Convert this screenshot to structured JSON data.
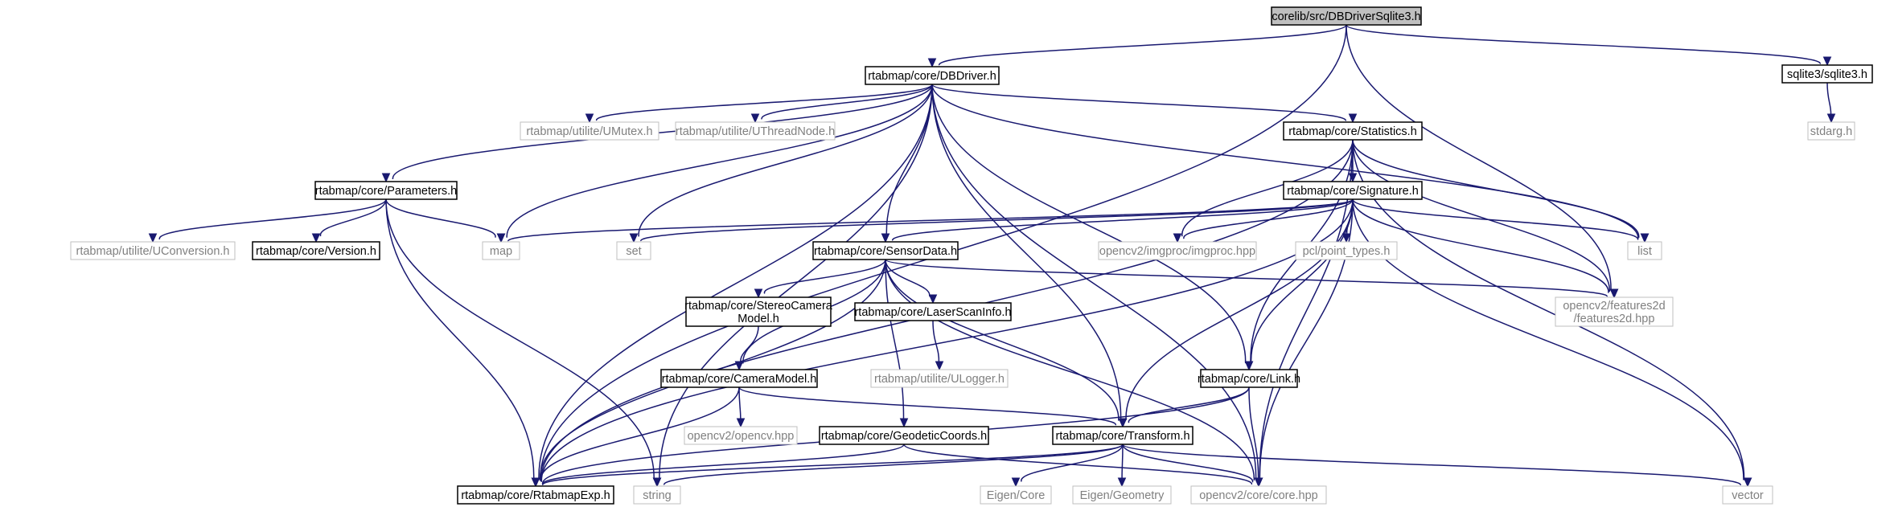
{
  "colors": {
    "edge": "#191970",
    "root_fill": "#bfbfbf",
    "node_stroke": "#000000",
    "external_stroke": "#bfbfbf",
    "text": "#000000",
    "external_text": "#808080"
  },
  "nodes": [
    {
      "id": "root",
      "lines": [
        "corelib/src/DBDriverSqlite3.h"
      ],
      "kind": "root"
    },
    {
      "id": "dbdriver",
      "lines": [
        "rtabmap/core/DBDriver.h"
      ],
      "kind": "local"
    },
    {
      "id": "sqlite3",
      "lines": [
        "sqlite3/sqlite3.h"
      ],
      "kind": "local"
    },
    {
      "id": "stdarg",
      "lines": [
        "stdarg.h"
      ],
      "kind": "external"
    },
    {
      "id": "umutex",
      "lines": [
        "rtabmap/utilite/UMutex.h"
      ],
      "kind": "external"
    },
    {
      "id": "uthreadnode",
      "lines": [
        "rtabmap/utilite/UThreadNode.h"
      ],
      "kind": "external"
    },
    {
      "id": "statistics",
      "lines": [
        "rtabmap/core/Statistics.h"
      ],
      "kind": "local"
    },
    {
      "id": "parameters",
      "lines": [
        "rtabmap/core/Parameters.h"
      ],
      "kind": "local"
    },
    {
      "id": "signature",
      "lines": [
        "rtabmap/core/Signature.h"
      ],
      "kind": "local"
    },
    {
      "id": "uconversion",
      "lines": [
        "rtabmap/utilite/UConversion.h"
      ],
      "kind": "external"
    },
    {
      "id": "version",
      "lines": [
        "rtabmap/core/Version.h"
      ],
      "kind": "local"
    },
    {
      "id": "map",
      "lines": [
        "map"
      ],
      "kind": "external"
    },
    {
      "id": "set",
      "lines": [
        "set"
      ],
      "kind": "external"
    },
    {
      "id": "sensordata",
      "lines": [
        "rtabmap/core/SensorData.h"
      ],
      "kind": "local"
    },
    {
      "id": "imgproc",
      "lines": [
        "opencv2/imgproc/imgproc.hpp"
      ],
      "kind": "external"
    },
    {
      "id": "pointtypes",
      "lines": [
        "pcl/point_types.h"
      ],
      "kind": "external"
    },
    {
      "id": "list",
      "lines": [
        "list"
      ],
      "kind": "external"
    },
    {
      "id": "features2d",
      "lines": [
        "opencv2/features2d",
        "/features2d.hpp"
      ],
      "kind": "external"
    },
    {
      "id": "stereocam",
      "lines": [
        "rtabmap/core/StereoCamera",
        "Model.h"
      ],
      "kind": "local"
    },
    {
      "id": "laserscan",
      "lines": [
        "rtabmap/core/LaserScanInfo.h"
      ],
      "kind": "local"
    },
    {
      "id": "ulogger",
      "lines": [
        "rtabmap/utilite/ULogger.h"
      ],
      "kind": "external"
    },
    {
      "id": "cameramodel",
      "lines": [
        "rtabmap/core/CameraModel.h"
      ],
      "kind": "local"
    },
    {
      "id": "link",
      "lines": [
        "rtabmap/core/Link.h"
      ],
      "kind": "local"
    },
    {
      "id": "opencvhpp",
      "lines": [
        "opencv2/opencv.hpp"
      ],
      "kind": "external"
    },
    {
      "id": "geodetic",
      "lines": [
        "rtabmap/core/GeodeticCoords.h"
      ],
      "kind": "local"
    },
    {
      "id": "transform",
      "lines": [
        "rtabmap/core/Transform.h"
      ],
      "kind": "local"
    },
    {
      "id": "rtabmapexp",
      "lines": [
        "rtabmap/core/RtabmapExp.h"
      ],
      "kind": "local"
    },
    {
      "id": "string",
      "lines": [
        "string"
      ],
      "kind": "external"
    },
    {
      "id": "eigencore",
      "lines": [
        "Eigen/Core"
      ],
      "kind": "external"
    },
    {
      "id": "eigengeom",
      "lines": [
        "Eigen/Geometry"
      ],
      "kind": "external"
    },
    {
      "id": "corehpp",
      "lines": [
        "opencv2/core/core.hpp"
      ],
      "kind": "external"
    },
    {
      "id": "vector",
      "lines": [
        "vector"
      ],
      "kind": "external"
    }
  ],
  "edges": [
    [
      "root",
      "dbdriver"
    ],
    [
      "root",
      "sqlite3"
    ],
    [
      "root",
      "rtabmapexp"
    ],
    [
      "root",
      "features2d"
    ],
    [
      "sqlite3",
      "stdarg"
    ],
    [
      "dbdriver",
      "umutex"
    ],
    [
      "dbdriver",
      "uthreadnode"
    ],
    [
      "dbdriver",
      "statistics"
    ],
    [
      "dbdriver",
      "parameters"
    ],
    [
      "dbdriver",
      "map"
    ],
    [
      "dbdriver",
      "set"
    ],
    [
      "dbdriver",
      "sensordata"
    ],
    [
      "dbdriver",
      "list"
    ],
    [
      "dbdriver",
      "link"
    ],
    [
      "dbdriver",
      "transform"
    ],
    [
      "dbdriver",
      "rtabmapexp"
    ],
    [
      "dbdriver",
      "string"
    ],
    [
      "dbdriver",
      "corehpp"
    ],
    [
      "parameters",
      "uconversion"
    ],
    [
      "parameters",
      "version"
    ],
    [
      "parameters",
      "map"
    ],
    [
      "parameters",
      "rtabmapexp"
    ],
    [
      "parameters",
      "string"
    ],
    [
      "statistics",
      "signature"
    ],
    [
      "statistics",
      "imgproc"
    ],
    [
      "statistics",
      "list"
    ],
    [
      "statistics",
      "features2d"
    ],
    [
      "statistics",
      "link"
    ],
    [
      "statistics",
      "vector"
    ],
    [
      "statistics",
      "rtabmapexp"
    ],
    [
      "statistics",
      "corehpp"
    ],
    [
      "signature",
      "map"
    ],
    [
      "signature",
      "set"
    ],
    [
      "signature",
      "sensordata"
    ],
    [
      "signature",
      "imgproc"
    ],
    [
      "signature",
      "pointtypes"
    ],
    [
      "signature",
      "list"
    ],
    [
      "signature",
      "features2d"
    ],
    [
      "signature",
      "link"
    ],
    [
      "signature",
      "transform"
    ],
    [
      "signature",
      "rtabmapexp"
    ],
    [
      "signature",
      "corehpp"
    ],
    [
      "signature",
      "vector"
    ],
    [
      "sensordata",
      "stereocam"
    ],
    [
      "sensordata",
      "laserscan"
    ],
    [
      "sensordata",
      "cameramodel"
    ],
    [
      "sensordata",
      "geodetic"
    ],
    [
      "sensordata",
      "transform"
    ],
    [
      "sensordata",
      "rtabmapexp"
    ],
    [
      "sensordata",
      "features2d"
    ],
    [
      "sensordata",
      "corehpp"
    ],
    [
      "stereocam",
      "cameramodel"
    ],
    [
      "laserscan",
      "ulogger"
    ],
    [
      "cameramodel",
      "opencvhpp"
    ],
    [
      "cameramodel",
      "transform"
    ],
    [
      "cameramodel",
      "rtabmapexp"
    ],
    [
      "link",
      "transform"
    ],
    [
      "link",
      "rtabmapexp"
    ],
    [
      "link",
      "corehpp"
    ],
    [
      "geodetic",
      "rtabmapexp"
    ],
    [
      "geodetic",
      "corehpp"
    ],
    [
      "transform",
      "rtabmapexp"
    ],
    [
      "transform",
      "string"
    ],
    [
      "transform",
      "eigencore"
    ],
    [
      "transform",
      "eigengeom"
    ],
    [
      "transform",
      "corehpp"
    ],
    [
      "transform",
      "vector"
    ]
  ]
}
